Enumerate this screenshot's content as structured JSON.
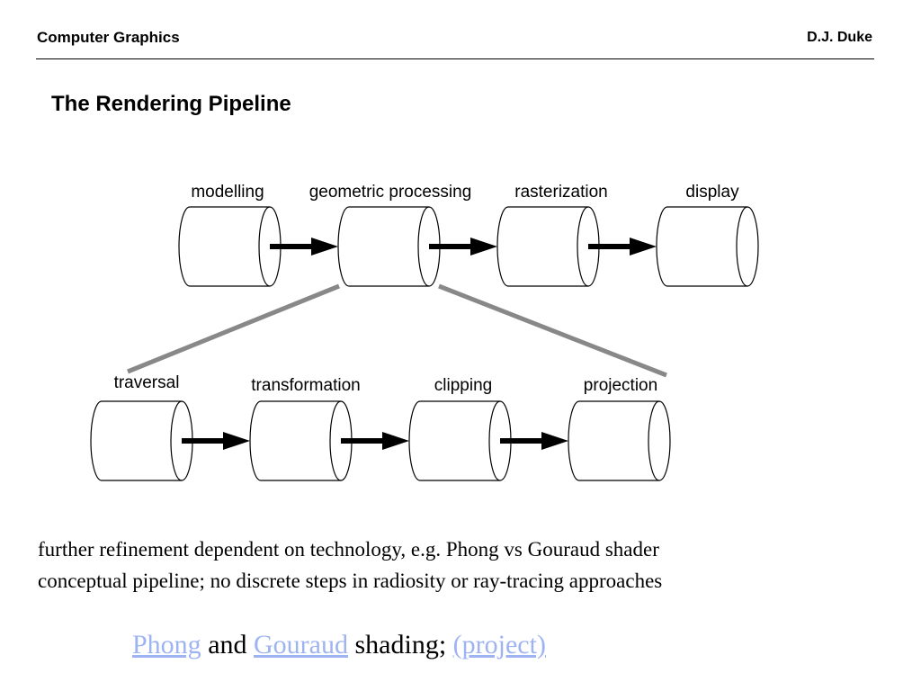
{
  "header": {
    "course": "Computer Graphics",
    "author": "D.J. Duke"
  },
  "title": "The Rendering Pipeline",
  "diagram": {
    "top_stages": [
      "modelling",
      "geometric processing",
      "rasterization",
      "display"
    ],
    "bottom_stages": [
      "traversal",
      "transformation",
      "clipping",
      "projection"
    ],
    "expanded_stage": "geometric processing"
  },
  "notes": [
    "further refinement dependent on technology, e.g. Phong vs Gouraud shader",
    "conceptual pipeline; no discrete steps in radiosity or ray-tracing approaches"
  ],
  "links": {
    "phong": "Phong",
    "and": " and ",
    "gouraud": "Gouraud",
    "shading": " shading; ",
    "project": "(project)"
  },
  "colors": {
    "link": "#9db3f2",
    "connector": "#888888"
  }
}
